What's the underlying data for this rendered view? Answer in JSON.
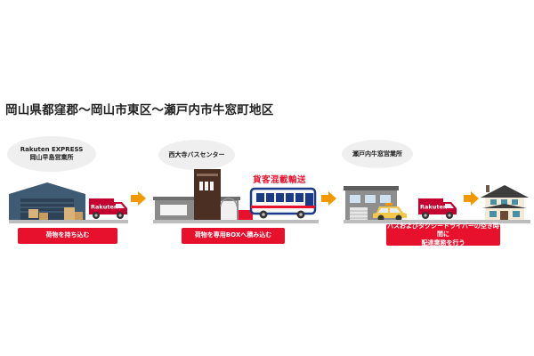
{
  "title": "岡山県都窪郡〜岡山市東区〜瀬戸内市牛窓町地区",
  "stops": [
    {
      "name_line1": "Rakuten EXPRESS",
      "name_line2": "岡山早島営業所",
      "action": "荷物を持ち込む"
    },
    {
      "name_line1": "西大寺バスセンター",
      "action": "荷物を専用BOXへ積み込む"
    },
    {
      "name_line1": "瀬戸内牛窓営業所",
      "action_line1": "バスおよびタクシードライバーの空き時間に",
      "action_line2": "配達業務を行う"
    }
  ],
  "bus_label": "貨客混載輸送",
  "brand": "Rakuten",
  "colors": {
    "brand_red": "#e8112d",
    "arrow_orange": "#f39800",
    "warehouse_navy": "#3f5a73",
    "ground_gray": "#bdbdbd"
  }
}
